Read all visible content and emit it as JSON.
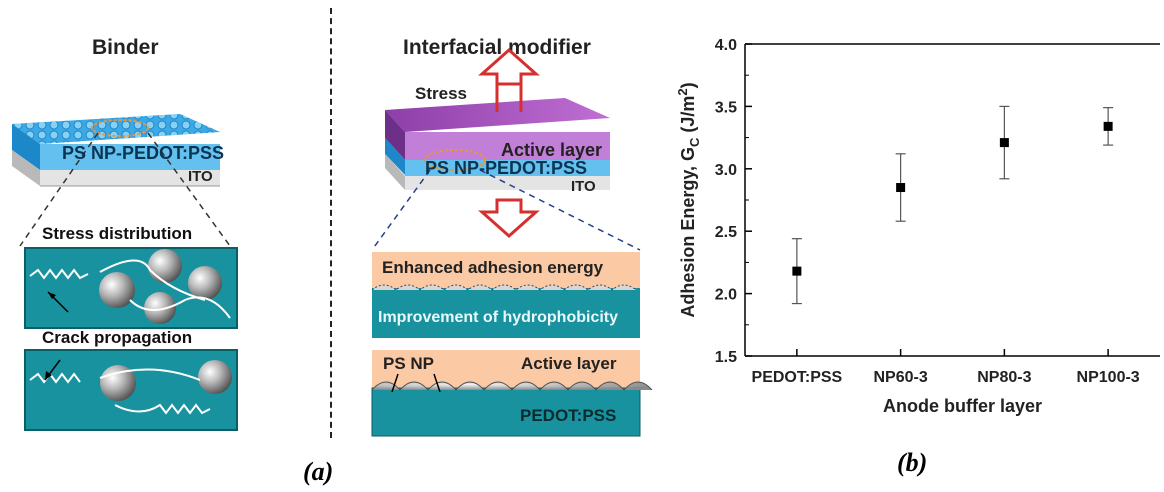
{
  "panel_a": {
    "binder": {
      "title": "Binder",
      "layer_label": "PS NP-PEDOT:PSS",
      "substrate_label": "ITO",
      "stress_label": "Stress distribution",
      "crack_label": "Crack propagation"
    },
    "modifier": {
      "title": "Interfacial modifier",
      "stress_label": "Stress",
      "active_label": "Active layer",
      "layer_label": "PS NP-PEDOT:PSS",
      "substrate_label": "ITO",
      "enhanced_label": "Enhanced adhesion energy",
      "hydro_label": "Improvement of hydrophobicity",
      "psnp_label": "PS NP",
      "active2_label": "Active layer",
      "pedot_label": "PEDOT:PSS"
    },
    "caption": "(a)"
  },
  "panel_b": {
    "caption": "(b)"
  },
  "chart_data": {
    "type": "scatter",
    "categories": [
      "PEDOT:PSS",
      "NP60-3",
      "NP80-3",
      "NP100-3"
    ],
    "values": [
      2.18,
      2.85,
      3.21,
      3.34
    ],
    "errors": [
      0.26,
      0.27,
      0.29,
      0.15
    ],
    "ylim": [
      1.5,
      4.0
    ],
    "yticks": [
      "1.5",
      "2.0",
      "2.5",
      "3.0",
      "3.5",
      "4.0"
    ],
    "xlabel": "Anode buffer layer",
    "ylabel": "Adhesion Energy, G",
    "ylabel_sub": "C",
    "ylabel_unit_prefix": " (J/m",
    "ylabel_unit_sup": "2",
    "ylabel_unit_suffix": ")",
    "marker_color": "#000000"
  }
}
